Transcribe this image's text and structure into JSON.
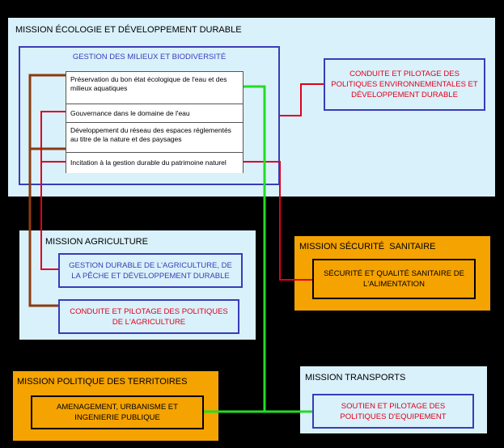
{
  "ecologie": {
    "title": "MISSION ÉCOLOGIE ET DÉVELOPPEMENT DURABLE",
    "gestion_title": "GESTION DES MILIEUX ET BIODIVERSITÉ",
    "items": [
      "Préservation du bon état écologique de l'eau et des milieux aquatiques",
      "Gouvernance dans le domaine de l'eau",
      "Développement du réseau des espaces réglementés au titre de la nature et des paysages",
      "Incitation à la gestion durable du patrimoine naturel"
    ],
    "conduite": "CONDUITE ET PILOTAGE DES POLITIQUES ENVIRONNEMENTALES ET DÉVELOPPEMENT DURABLE"
  },
  "agriculture": {
    "title": "MISSION AGRICULTURE",
    "gestion": "GESTION DURABLE DE L'AGRICULTURE, DE LA PÊCHE ET DÉVELOPPEMENT DURABLE",
    "conduite": "CONDUITE ET PILOTAGE DES POLITIQUES DE L'AGRICULTURE"
  },
  "securite": {
    "title": "MISSION SÉCURITÉ  SANITAIRE",
    "program": "SÉCURITÉ ET QUALITÉ SANITAIRE DE L'ALIMENTATION"
  },
  "territoires": {
    "title": "MISSION POLITIQUE DES TERRITOIRES",
    "program": "AMENAGEMENT, URBANISME ET INGENIERIE PUBLIQUE"
  },
  "transports": {
    "title": "MISSION TRANSPORTS",
    "program": "SOUTIEN ET PILOTAGE DES POLITIQUES D'EQUIPEMENT"
  },
  "colors": {
    "brown": "#8b3a0f",
    "red": "#e0001a",
    "green": "#22dd22",
    "blue": "#3b3bb8",
    "orange": "#f5a300",
    "light_blue": "#d9f1fb"
  }
}
